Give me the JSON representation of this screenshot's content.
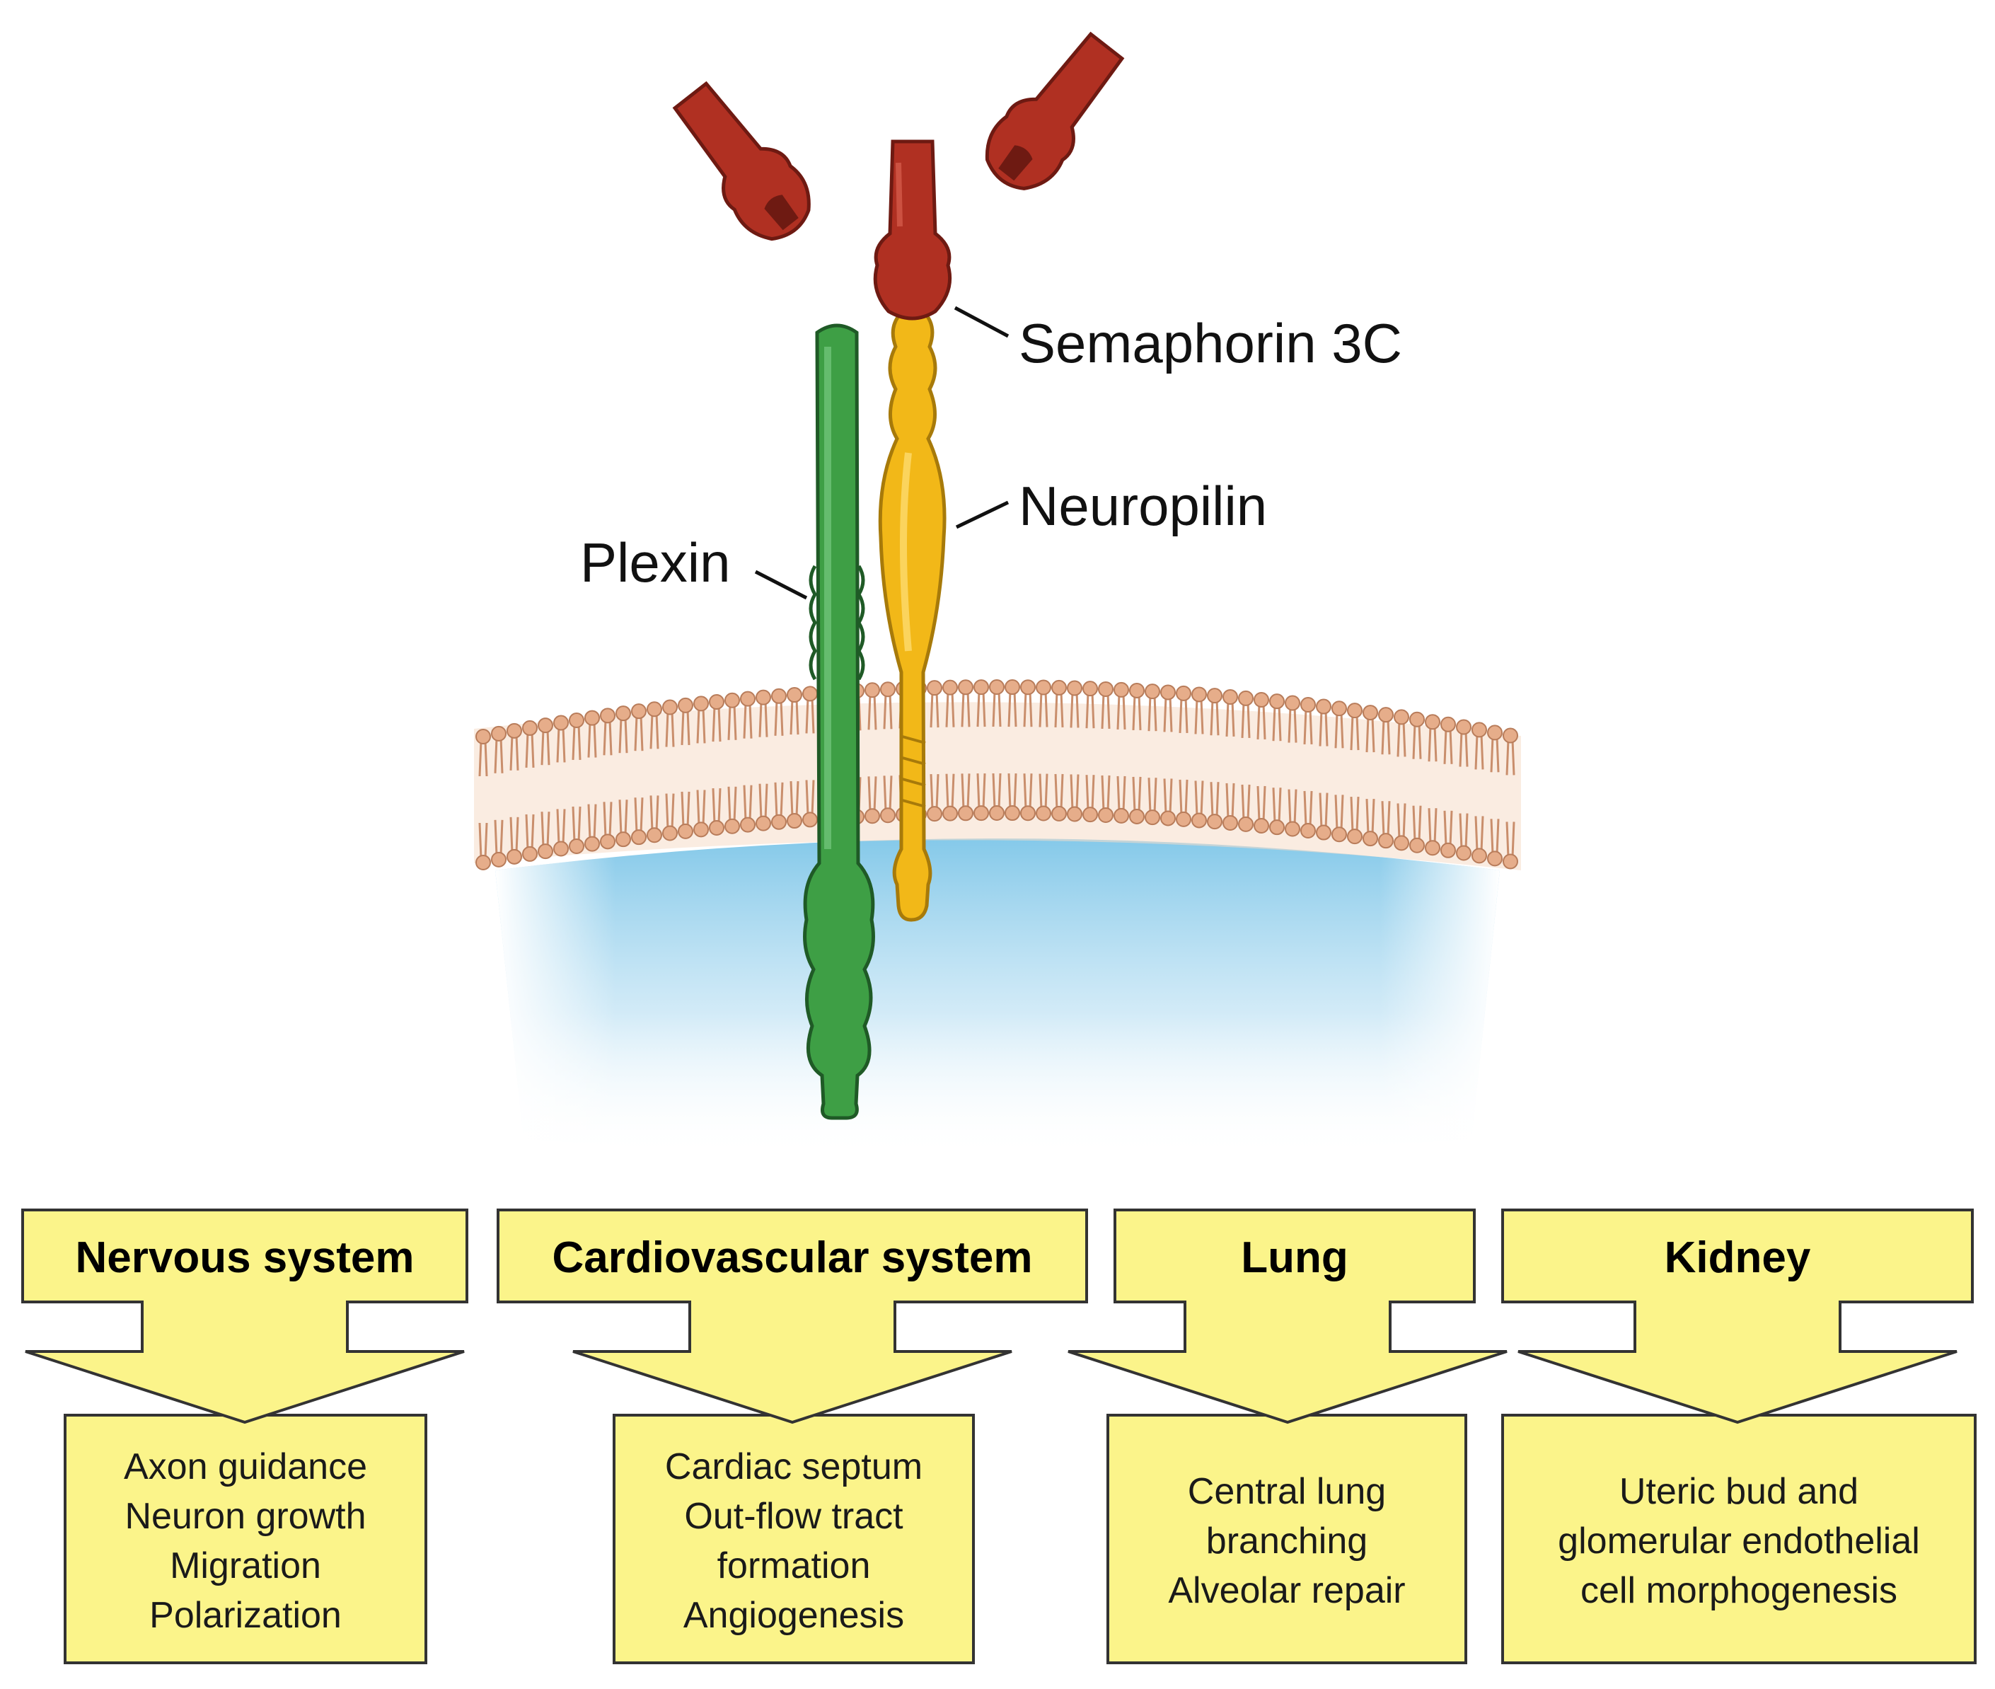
{
  "labels": {
    "semaphorin": "Semaphorin 3C",
    "neuropilin": "Neuropilin",
    "plexin": "Plexin"
  },
  "colors": {
    "semaphorin": "#b03022",
    "neuropilin": "#f2b818",
    "plexin": "#3e9f45",
    "membrane": "#e8b494",
    "cytoplasm": "#8fcdeb",
    "box_fill": "#fbf48a",
    "box_stroke": "#333333"
  },
  "systems": [
    {
      "title": "Nervous system",
      "lines": [
        "Axon guidance",
        "Neuron growth",
        "Migration",
        "Polarization"
      ]
    },
    {
      "title": "Cardiovascular system",
      "lines": [
        "Cardiac septum",
        "Out-flow tract",
        "formation",
        "Angiogenesis"
      ]
    },
    {
      "title": "Lung",
      "lines": [
        "Central lung",
        "branching",
        "Alveolar repair"
      ]
    },
    {
      "title": "Kidney",
      "lines": [
        "Uteric bud and",
        "glomerular endothelial",
        "cell morphogenesis"
      ]
    }
  ]
}
